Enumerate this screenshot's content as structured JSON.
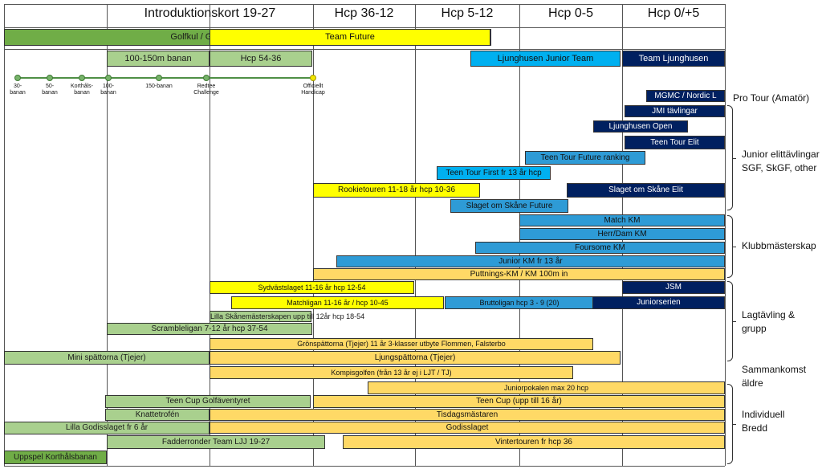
{
  "colors": {
    "light_green": "#a9d08e",
    "mid_green": "#70ad47",
    "yellow": "#ffff00",
    "light_yellow": "#ffd966",
    "light_blue": "#00b0f0",
    "mid_blue": "#2e9bd6",
    "dark_blue": "#002060",
    "pale_orange": "#fbe0a4"
  },
  "headers": [
    "Introduktionskort 19-27",
    "Hcp 36-12",
    "Hcp 5-12",
    "Hcp 0-5",
    "Hcp 0/+5"
  ],
  "distance_points": [
    {
      "label": "30-\nbanan"
    },
    {
      "label": "50-\nbanan"
    },
    {
      "label": "Korthåls-\nbanan"
    },
    {
      "label": "100-\nbanan"
    },
    {
      "label": "150-banan"
    },
    {
      "label": "Redtee\nChallenge"
    },
    {
      "label": "Officiellt\nHandicap"
    }
  ],
  "bars": [
    {
      "label": "Golfkul / Golfskola / Team Future Yngre",
      "color": "mid_green"
    },
    {
      "label": "Team Future",
      "color": "yellow"
    },
    {
      "label": "100-150m banan",
      "color": "light_green"
    },
    {
      "label": "Hcp 54-36",
      "color": "light_green"
    },
    {
      "label": "Ljunghusen Junior Team",
      "color": "light_blue"
    },
    {
      "label": "Team Ljunghusen",
      "color": "dark_blue"
    },
    {
      "label": "MGMC / Nordic L",
      "color": "dark_blue"
    },
    {
      "label": "JMI tävlingar",
      "color": "dark_blue"
    },
    {
      "label": "Ljunghusen Open",
      "color": "dark_blue"
    },
    {
      "label": "Teen Tour Elit",
      "color": "dark_blue"
    },
    {
      "label": "Teen Tour Future ranking",
      "color": "mid_blue"
    },
    {
      "label": "Teen Tour First fr 13 år hcp",
      "color": "light_blue"
    },
    {
      "label": "Rookietouren 11-18 år hcp 10-36",
      "color": "yellow"
    },
    {
      "label": "Slaget om Skåne Elit",
      "color": "dark_blue"
    },
    {
      "label": "Slaget om Skåne Future",
      "color": "mid_blue"
    },
    {
      "label": "Match KM",
      "color": "mid_blue"
    },
    {
      "label": "Herr/Dam KM",
      "color": "mid_blue"
    },
    {
      "label": "Foursome KM",
      "color": "mid_blue"
    },
    {
      "label": "Junior KM fr 13 år",
      "color": "mid_blue"
    },
    {
      "label": "Puttnings-KM / KM 100m in",
      "color": "light_yellow"
    },
    {
      "label": "Sydvästslaget 11-16 år hcp 12-54",
      "color": "yellow"
    },
    {
      "label": "JSM",
      "color": "dark_blue"
    },
    {
      "label": "Matchligan 11-16 år / hcp 10-45",
      "color": "yellow"
    },
    {
      "label": "Bruttoligan hcp 3 - 9 (20)",
      "color": "mid_blue"
    },
    {
      "label": "Juniorserien",
      "color": "dark_blue"
    },
    {
      "label": "Lilla Skånemästerskapen upp till 12år hcp 18-54",
      "color": "light_green"
    },
    {
      "label": "Scrambleligan 7-12 år hcp 37-54",
      "color": "light_green"
    },
    {
      "label": "Grönspättorna (Tjejer) 11 år 3-klasser utbyte Flommen, Falsterbo",
      "color": "light_yellow"
    },
    {
      "label": "Mini spättorna (Tjejer)",
      "color": "light_green"
    },
    {
      "label": "Ljungspättorna (Tjejer)",
      "color": "light_yellow"
    },
    {
      "label": "Kompisgolfen (från 13 år ej i LJT / TJ)",
      "color": "light_yellow"
    },
    {
      "label": "Juniorpokalen max 20 hcp",
      "color": "light_yellow"
    },
    {
      "label": "Teen Cup Golfäventyret",
      "color": "light_green"
    },
    {
      "label": "Teen Cup (upp till 16 år)",
      "color": "light_yellow"
    },
    {
      "label": "Knattetrofén",
      "color": "light_green"
    },
    {
      "label": "Tisdagsmästaren",
      "color": "light_yellow"
    },
    {
      "label": "Lilla Godisslaget fr 6 år",
      "color": "light_green"
    },
    {
      "label": "Godisslaget",
      "color": "light_yellow"
    },
    {
      "label": "Fadderronder Team LJJ 19-27",
      "color": "light_green"
    },
    {
      "label": "Vintertouren fr hcp 36",
      "color": "light_yellow"
    },
    {
      "label": "Uppspel Korthålsbanan",
      "color": "mid_green"
    }
  ],
  "side_labels": [
    "Pro Tour (Amatör)",
    "Junior elittävlingar\nSGF, SkGF, other",
    "Klubbmästerskap",
    "Lagtävling &\ngrupp",
    "Sammankomst\näldre",
    "Individuell\nBredd"
  ]
}
